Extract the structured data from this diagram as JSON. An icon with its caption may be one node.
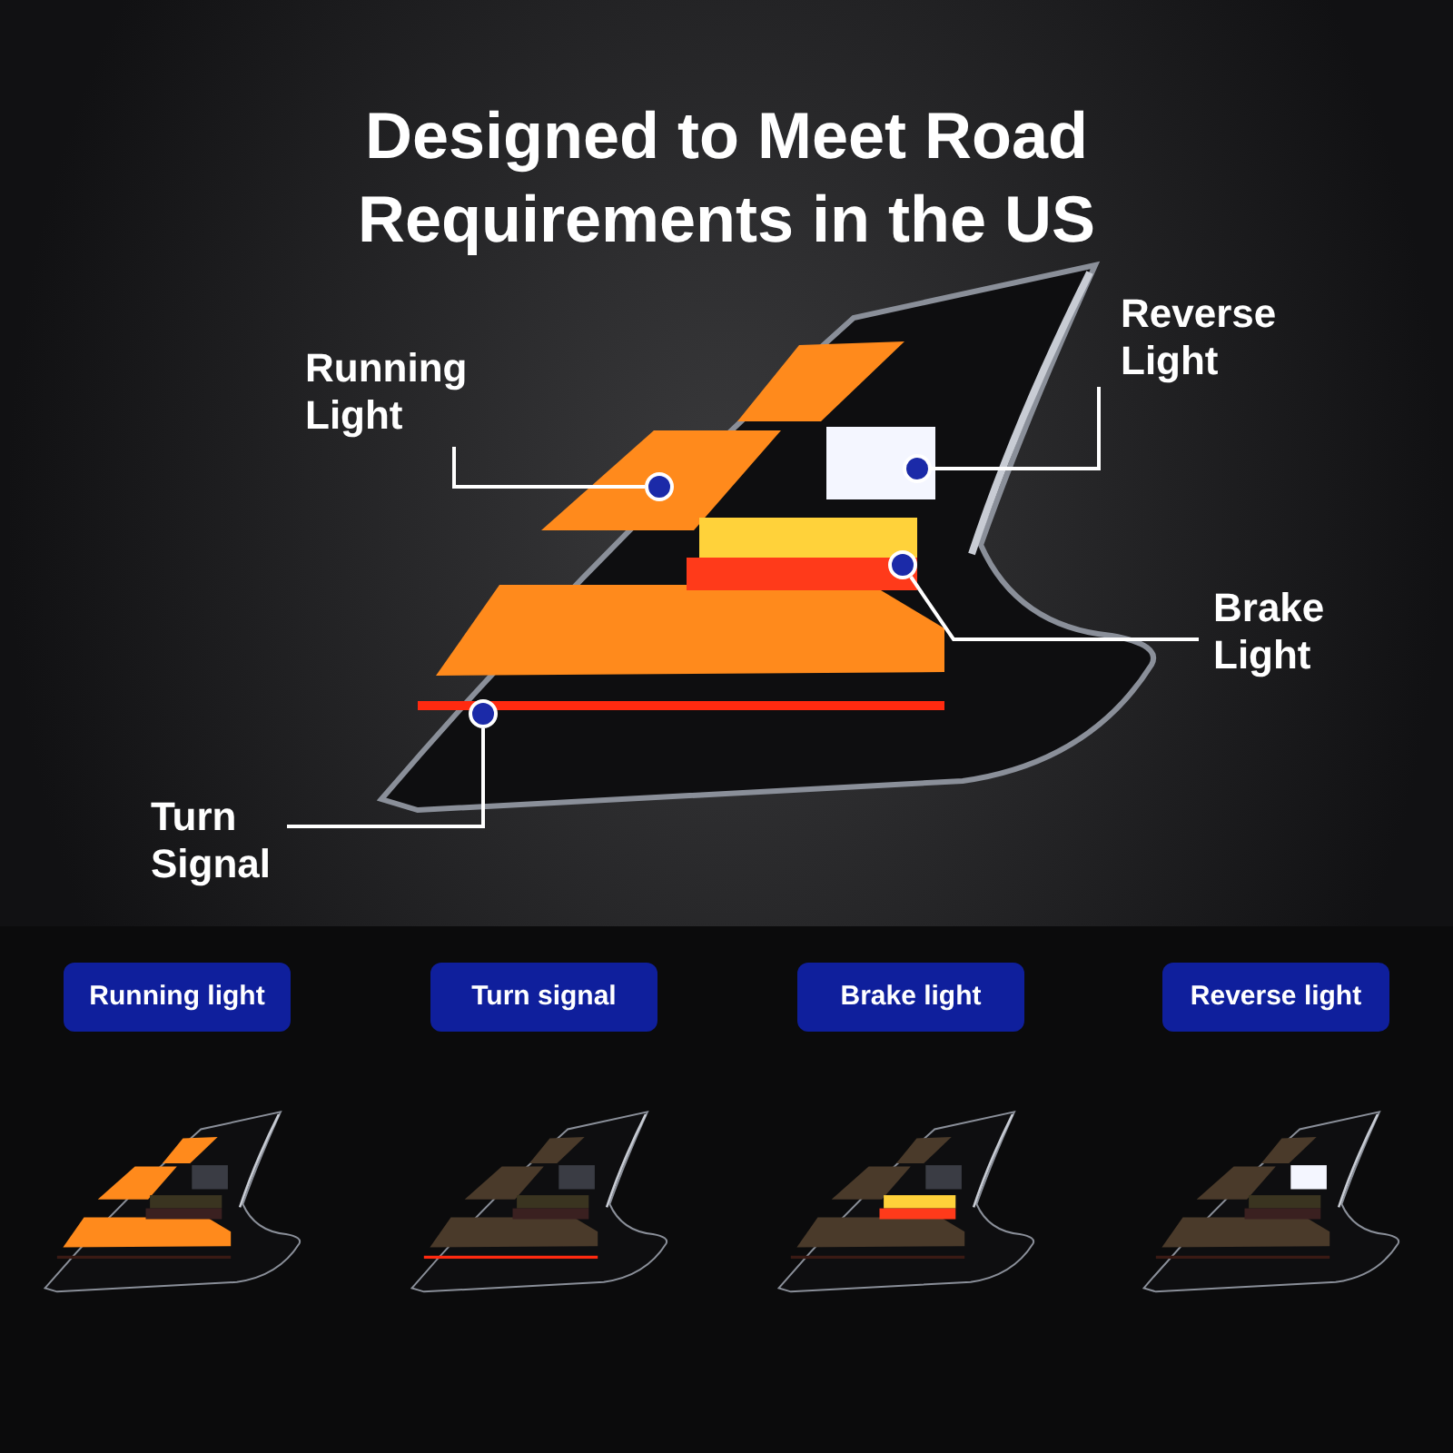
{
  "diagram": {
    "title": "Designed to Meet Road Requirements in the US",
    "nodes": [
      {
        "text": [
          "Running Light"
        ]
      },
      {
        "text": [],
        "shape": "circle"
      },
      {
        "text": [
          "Reverse Light"
        ]
      },
      {
        "text": [],
        "shape": "circle"
      },
      {
        "text": [
          "Brake Light"
        ]
      },
      {
        "text": [],
        "shape": "circle"
      },
      {
        "text": [
          "Turn Signal"
        ]
      },
      {
        "text": [],
        "shape": "circle"
      },
      {
        "text": [
          "Running light"
        ]
      },
      {
        "text": [
          "Turn signal"
        ]
      },
      {
        "text": [
          "Brake light"
        ]
      },
      {
        "text": [
          "Reverse light"
        ]
      }
    ],
    "edges": [
      {
        "from": 0,
        "to": 1,
        "arrow": "none"
      },
      {
        "from": 2,
        "to": 3,
        "arrow": "none"
      },
      {
        "from": 4,
        "to": 5,
        "arrow": "none"
      },
      {
        "from": 6,
        "to": 7,
        "arrow": "none"
      }
    ]
  }
}
